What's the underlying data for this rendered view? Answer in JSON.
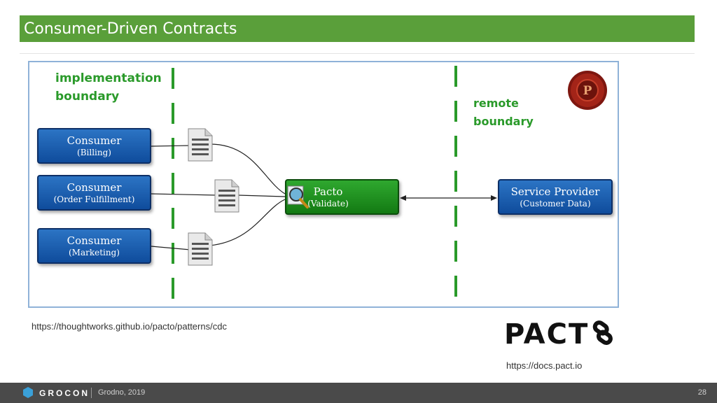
{
  "slide": {
    "title": "Consumer-Driven Contracts"
  },
  "diagram": {
    "implementation_boundary": "implementation\nboundary",
    "remote_boundary": "remote\nboundary",
    "consumers": [
      {
        "title": "Consumer",
        "subtitle": "(Billing)"
      },
      {
        "title": "Consumer",
        "subtitle": "(Order Fulfillment)"
      },
      {
        "title": "Consumer",
        "subtitle": "(Marketing)"
      }
    ],
    "validator": {
      "title": "Pacto",
      "subtitle": "(Validate)"
    },
    "provider": {
      "title": "Service Provider",
      "subtitle": "(Customer Data)"
    },
    "seal_letter": "P",
    "colors": {
      "boundary_green": "#2a9a2a",
      "consumer_blue": "#1a5fb0",
      "pacto_green": "#1f8f1f",
      "seal_red": "#8b1a12"
    }
  },
  "links": {
    "source_url": "https://thoughtworks.github.io/pacto/patterns/cdc",
    "pact_url": "https://docs.pact.io"
  },
  "logo": {
    "pact_text": "PACT"
  },
  "footer": {
    "brand": "GROCON",
    "event": "Grodno, 2019",
    "page_number": "28"
  }
}
